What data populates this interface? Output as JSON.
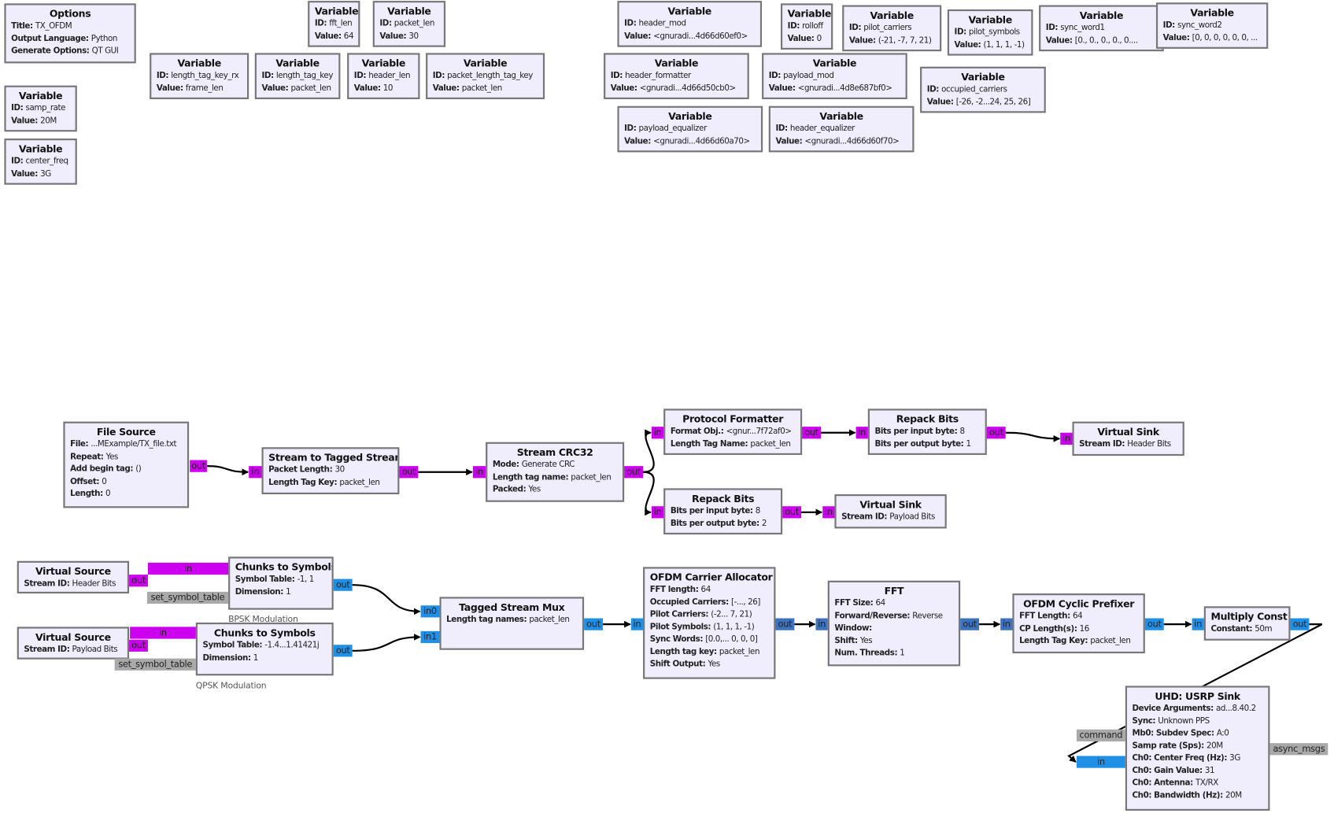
{
  "colors": {
    "byte": "#cc00ee",
    "complex": "#1f90e6",
    "complex_vector": "#3c72c0",
    "message": "#a9a9a9",
    "block_fill": "#f0edfd",
    "block_border": "#777777"
  },
  "blocks": [
    {
      "id": "options",
      "title": "Options",
      "params": [
        [
          "Title",
          "TX_OFDM"
        ],
        [
          "Output Language",
          "Python"
        ],
        [
          "Generate Options",
          "QT GUI"
        ]
      ]
    },
    {
      "id": "var-samp-rate",
      "title": "Variable",
      "params": [
        [
          "ID",
          "samp_rate"
        ],
        [
          "Value",
          "20M"
        ]
      ]
    },
    {
      "id": "var-center-freq",
      "title": "Variable",
      "params": [
        [
          "ID",
          "center_freq"
        ],
        [
          "Value",
          "3G"
        ]
      ]
    },
    {
      "id": "var-fft-len",
      "title": "Variable",
      "params": [
        [
          "ID",
          "fft_len"
        ],
        [
          "Value",
          "64"
        ]
      ]
    },
    {
      "id": "var-packet-len",
      "title": "Variable",
      "params": [
        [
          "ID",
          "packet_len"
        ],
        [
          "Value",
          "30"
        ]
      ]
    },
    {
      "id": "var-length-tag-key-rx",
      "title": "Variable",
      "params": [
        [
          "ID",
          "length_tag_key_rx"
        ],
        [
          "Value",
          "frame_len"
        ]
      ]
    },
    {
      "id": "var-length-tag-key",
      "title": "Variable",
      "params": [
        [
          "ID",
          "length_tag_key"
        ],
        [
          "Value",
          "packet_len"
        ]
      ]
    },
    {
      "id": "var-header-len",
      "title": "Variable",
      "params": [
        [
          "ID",
          "header_len"
        ],
        [
          "Value",
          "10"
        ]
      ]
    },
    {
      "id": "var-packet-length-tag-key",
      "title": "Variable",
      "params": [
        [
          "ID",
          "packet_length_tag_key"
        ],
        [
          "Value",
          "packet_len"
        ]
      ]
    },
    {
      "id": "var-header-mod",
      "title": "Variable",
      "params": [
        [
          "ID",
          "header_mod"
        ],
        [
          "Value",
          "<gnuradi...4d66d60ef0>"
        ]
      ]
    },
    {
      "id": "var-rolloff",
      "title": "Variable",
      "params": [
        [
          "ID",
          "rolloff"
        ],
        [
          "Value",
          "0"
        ]
      ]
    },
    {
      "id": "var-pilot-carriers",
      "title": "Variable",
      "params": [
        [
          "ID",
          "pilot_carriers"
        ],
        [
          "Value",
          "(-21, -7, 7, 21)"
        ]
      ]
    },
    {
      "id": "var-pilot-symbols",
      "title": "Variable",
      "params": [
        [
          "ID",
          "pilot_symbols"
        ],
        [
          "Value",
          "(1, 1, 1, -1)"
        ]
      ]
    },
    {
      "id": "var-sync-word1",
      "title": "Variable",
      "params": [
        [
          "ID",
          "sync_word1"
        ],
        [
          "Value",
          "[0., 0., 0., 0., 0...."
        ]
      ]
    },
    {
      "id": "var-sync-word2",
      "title": "Variable",
      "params": [
        [
          "ID",
          "sync_word2"
        ],
        [
          "Value",
          "[0, 0, 0, 0, 0, 0, ..."
        ]
      ]
    },
    {
      "id": "var-header-formatter",
      "title": "Variable",
      "params": [
        [
          "ID",
          "header_formatter"
        ],
        [
          "Value",
          "<gnuradi...4d66d50cb0>"
        ]
      ]
    },
    {
      "id": "var-payload-mod",
      "title": "Variable",
      "params": [
        [
          "ID",
          "payload_mod"
        ],
        [
          "Value",
          "<gnuradi...4d8e687bf0>"
        ]
      ]
    },
    {
      "id": "var-occupied-carriers",
      "title": "Variable",
      "params": [
        [
          "ID",
          "occupied_carriers"
        ],
        [
          "Value",
          "[-26, -2...24, 25, 26]"
        ]
      ]
    },
    {
      "id": "var-payload-equalizer",
      "title": "Variable",
      "params": [
        [
          "ID",
          "payload_equalizer"
        ],
        [
          "Value",
          "<gnuradi...4d66d60a70>"
        ]
      ]
    },
    {
      "id": "var-header-equalizer",
      "title": "Variable",
      "params": [
        [
          "ID",
          "header_equalizer"
        ],
        [
          "Value",
          "<gnuradi...4d66d60f70>"
        ]
      ]
    },
    {
      "id": "file-source",
      "title": "File Source",
      "params": [
        [
          "File",
          "...MExample/TX_file.txt"
        ],
        [
          "Repeat",
          "Yes"
        ],
        [
          "Add begin tag",
          "()"
        ],
        [
          "Offset",
          "0"
        ],
        [
          "Length",
          "0"
        ]
      ],
      "ports": [
        [
          "out",
          "byte"
        ]
      ]
    },
    {
      "id": "stream-to-tagged-stream",
      "title": "Stream to Tagged Stream",
      "params": [
        [
          "Packet Length",
          "30"
        ],
        [
          "Length Tag Key",
          "packet_len"
        ]
      ],
      "ports": [
        [
          "in",
          "byte"
        ],
        [
          "out",
          "byte"
        ]
      ]
    },
    {
      "id": "stream-crc32",
      "title": "Stream CRC32",
      "params": [
        [
          "Mode",
          "Generate CRC"
        ],
        [
          "Length tag name",
          "packet_len"
        ],
        [
          "Packed",
          "Yes"
        ]
      ],
      "ports": [
        [
          "in",
          "byte"
        ],
        [
          "out",
          "byte"
        ]
      ]
    },
    {
      "id": "protocol-formatter",
      "title": "Protocol Formatter",
      "params": [
        [
          "Format Obj.",
          "<gnur...7f72af0>"
        ],
        [
          "Length Tag Name",
          "packet_len"
        ]
      ],
      "ports": [
        [
          "in",
          "byte"
        ],
        [
          "out",
          "byte"
        ]
      ]
    },
    {
      "id": "repack-bits-header",
      "title": "Repack Bits",
      "params": [
        [
          "Bits per input byte",
          "8"
        ],
        [
          "Bits per output byte",
          "1"
        ]
      ],
      "ports": [
        [
          "in",
          "byte"
        ],
        [
          "out",
          "byte"
        ]
      ]
    },
    {
      "id": "virtual-sink-header",
      "title": "Virtual Sink",
      "params": [
        [
          "Stream ID",
          "Header Bits"
        ]
      ],
      "ports": [
        [
          "in",
          "byte"
        ]
      ]
    },
    {
      "id": "repack-bits-payload",
      "title": "Repack Bits",
      "params": [
        [
          "Bits per input byte",
          "8"
        ],
        [
          "Bits per output byte",
          "2"
        ]
      ],
      "ports": [
        [
          "in",
          "byte"
        ],
        [
          "out",
          "byte"
        ]
      ]
    },
    {
      "id": "virtual-sink-payload",
      "title": "Virtual Sink",
      "params": [
        [
          "Stream ID",
          "Payload Bits"
        ]
      ],
      "ports": [
        [
          "in",
          "byte"
        ]
      ]
    },
    {
      "id": "virtual-source-header",
      "title": "Virtual Source",
      "params": [
        [
          "Stream ID",
          "Header Bits"
        ]
      ],
      "ports": [
        [
          "out",
          "byte"
        ]
      ]
    },
    {
      "id": "chunks-to-symbols-bpsk",
      "title": "Chunks to Symbols",
      "params": [
        [
          "Symbol Table",
          "-1, 1"
        ],
        [
          "Dimension",
          "1"
        ]
      ],
      "ports": [
        [
          "in",
          "byte"
        ],
        [
          "set_symbol_table",
          "message"
        ],
        [
          "out",
          "complex"
        ]
      ]
    },
    {
      "id": "virtual-source-payload",
      "title": "Virtual Source",
      "params": [
        [
          "Stream ID",
          "Payload Bits"
        ]
      ],
      "ports": [
        [
          "out",
          "byte"
        ]
      ]
    },
    {
      "id": "chunks-to-symbols-qpsk",
      "title": "Chunks to Symbols",
      "params": [
        [
          "Symbol Table",
          "-1.4...1.41421j"
        ],
        [
          "Dimension",
          "1"
        ]
      ],
      "ports": [
        [
          "in",
          "byte"
        ],
        [
          "set_symbol_table",
          "message"
        ],
        [
          "out",
          "complex"
        ]
      ]
    },
    {
      "id": "tagged-stream-mux",
      "title": "Tagged Stream Mux",
      "params": [
        [
          "Length tag names",
          "packet_len"
        ]
      ],
      "ports": [
        [
          "in0",
          "complex"
        ],
        [
          "in1",
          "complex"
        ],
        [
          "out",
          "complex"
        ]
      ]
    },
    {
      "id": "ofdm-carrier-allocator",
      "title": "OFDM Carrier Allocator",
      "params": [
        [
          "FFT length",
          "64"
        ],
        [
          "Occupied Carriers",
          "[-..., 26]"
        ],
        [
          "Pilot Carriers",
          "(-2... 7, 21)"
        ],
        [
          "Pilot Symbols",
          "(1, 1, 1, -1)"
        ],
        [
          "Sync Words",
          "[0.0,... 0, 0, 0]"
        ],
        [
          "Length tag key",
          "packet_len"
        ],
        [
          "Shift Output",
          "Yes"
        ]
      ],
      "ports": [
        [
          "in",
          "complex"
        ],
        [
          "out",
          "complex_vector"
        ]
      ]
    },
    {
      "id": "fft",
      "title": "FFT",
      "params": [
        [
          "FFT Size",
          "64"
        ],
        [
          "Forward/Reverse",
          "Reverse"
        ],
        [
          "Window",
          ""
        ],
        [
          "Shift",
          "Yes"
        ],
        [
          "Num. Threads",
          "1"
        ]
      ],
      "ports": [
        [
          "in",
          "complex_vector"
        ],
        [
          "out",
          "complex_vector"
        ]
      ]
    },
    {
      "id": "ofdm-cyclic-prefixer",
      "title": "OFDM Cyclic Prefixer",
      "params": [
        [
          "FFT Length",
          "64"
        ],
        [
          "CP Length(s)",
          "16"
        ],
        [
          "Length Tag Key",
          "packet_len"
        ]
      ],
      "ports": [
        [
          "in",
          "complex_vector"
        ],
        [
          "out",
          "complex"
        ]
      ]
    },
    {
      "id": "multiply-const",
      "title": "Multiply Const",
      "params": [
        [
          "Constant",
          "50m"
        ]
      ],
      "ports": [
        [
          "in",
          "complex"
        ],
        [
          "out",
          "complex"
        ]
      ]
    },
    {
      "id": "uhd-usrp-sink",
      "title": "UHD: USRP Sink",
      "params": [
        [
          "Device Arguments",
          "ad...8.40.2"
        ],
        [
          "Sync",
          "Unknown PPS"
        ],
        [
          "Mb0: Subdev Spec",
          "A:0"
        ],
        [
          "Samp rate (Sps)",
          "20M"
        ],
        [
          "Ch0: Center Freq (Hz)",
          "3G"
        ],
        [
          "Ch0: Gain Value",
          "31"
        ],
        [
          "Ch0: Antenna",
          "TX/RX"
        ],
        [
          "Ch0: Bandwidth (Hz)",
          "20M"
        ]
      ],
      "ports": [
        [
          "command",
          "message"
        ],
        [
          "in",
          "complex"
        ],
        [
          "async_msgs",
          "message"
        ]
      ]
    }
  ],
  "notes": {
    "bpsk": "BPSK Modulation",
    "qpsk": "QPSK Modulation"
  }
}
